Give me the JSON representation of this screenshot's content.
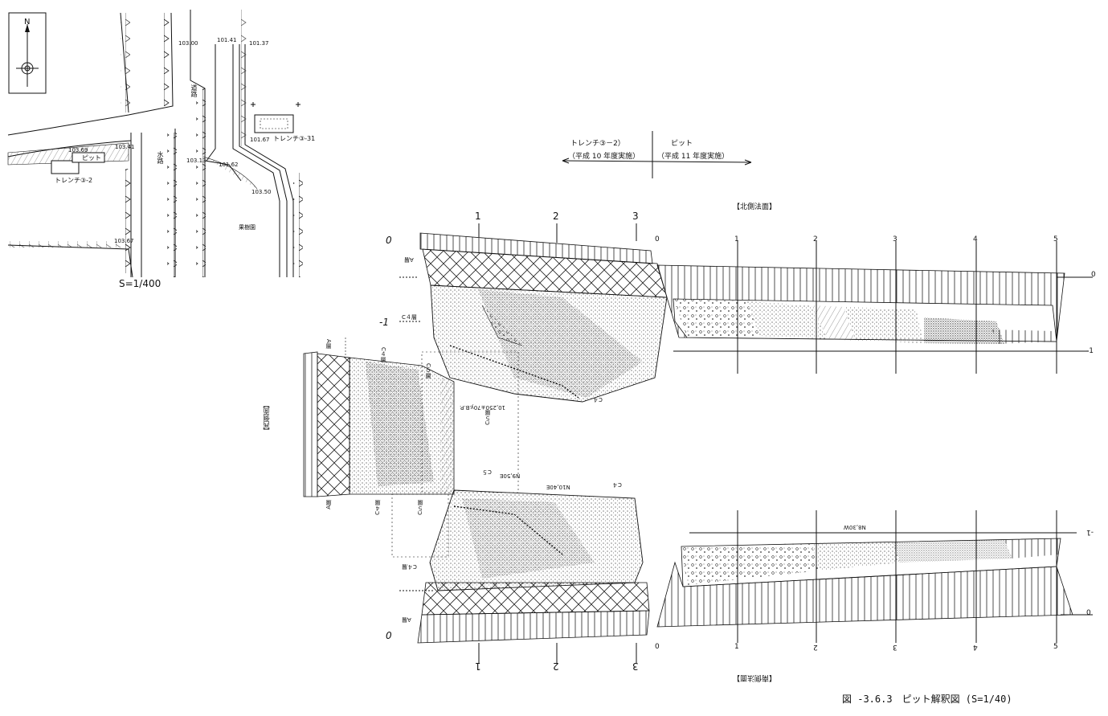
{
  "location_map": {
    "north_label": "N",
    "scale": "S=1/400",
    "road": "道路",
    "waterway": "水路",
    "pit": "ピット",
    "trench_3_2": "トレンチ③-2",
    "trench_3_31": "トレンチ③-31",
    "field": "果樹園",
    "elevations": [
      "103.00",
      "101.41",
      "101.37",
      "103.69",
      "103.41",
      "103.13",
      "101.62",
      "101.67",
      "103.50",
      "103.67"
    ]
  },
  "legend": {
    "trench_label": "トレンチ③－2）",
    "trench_year": "（平成 10 年度実施）",
    "pit_label": "ピット",
    "pit_year": "（平成 11 年度実施）"
  },
  "section_labels": {
    "north": "【北側法面】",
    "south": "【南側法面】",
    "west": "【西側面】"
  },
  "layer_labels": {
    "a": "A層",
    "c4": "C４層",
    "c5": "C５層",
    "c4_short": "C４",
    "c5_short": "C５"
  },
  "scale_ticks": {
    "meters": [
      "0",
      "1",
      "2",
      "3",
      "4",
      "5"
    ],
    "depth_zero": "0",
    "depth_minus_one": "-1"
  },
  "annotations": {
    "west_elevation": "10,250±70y.B.P.",
    "north_sample": "N9,50E",
    "south_sample": "N10,40E",
    "right_sample": "N8,30W"
  },
  "caption": "図 -3.6.3　ピット解釈図 (S=1/40)"
}
